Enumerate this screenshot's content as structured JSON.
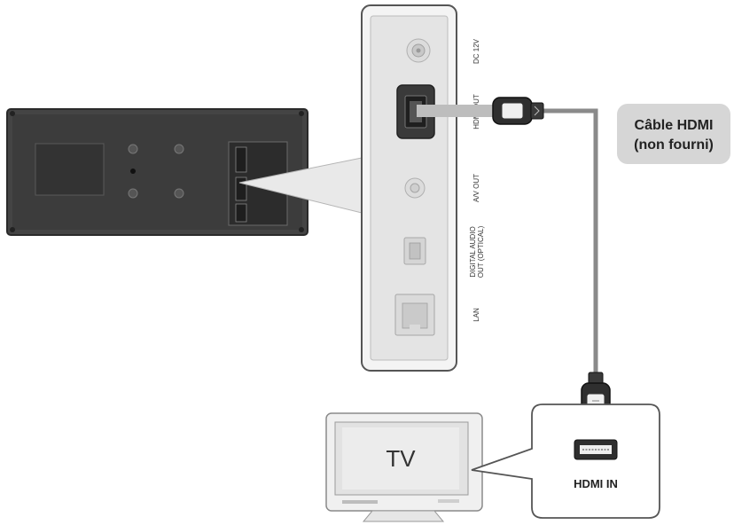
{
  "rear_panel": {
    "ports": [
      {
        "id": "dc",
        "label": "DC 12V"
      },
      {
        "id": "hdmi_out",
        "label": "HDMI OUT"
      },
      {
        "id": "av_out",
        "label": "A/V OUT"
      },
      {
        "id": "optical",
        "label_line1": "DIGITAL AUDIO",
        "label_line2": "OUT (OPTICAL)"
      },
      {
        "id": "lan",
        "label": "LAN"
      }
    ]
  },
  "cable": {
    "callout_line1": "Câble HDMI",
    "callout_line2": "(non fourni)"
  },
  "tv": {
    "label": "TV",
    "port_label": "HDMI IN"
  },
  "colors": {
    "panel_dark": "#3a3a3a",
    "cable_grey": "#8a8a8a",
    "callout_bg": "#d6d6d6",
    "outline": "#555555"
  }
}
